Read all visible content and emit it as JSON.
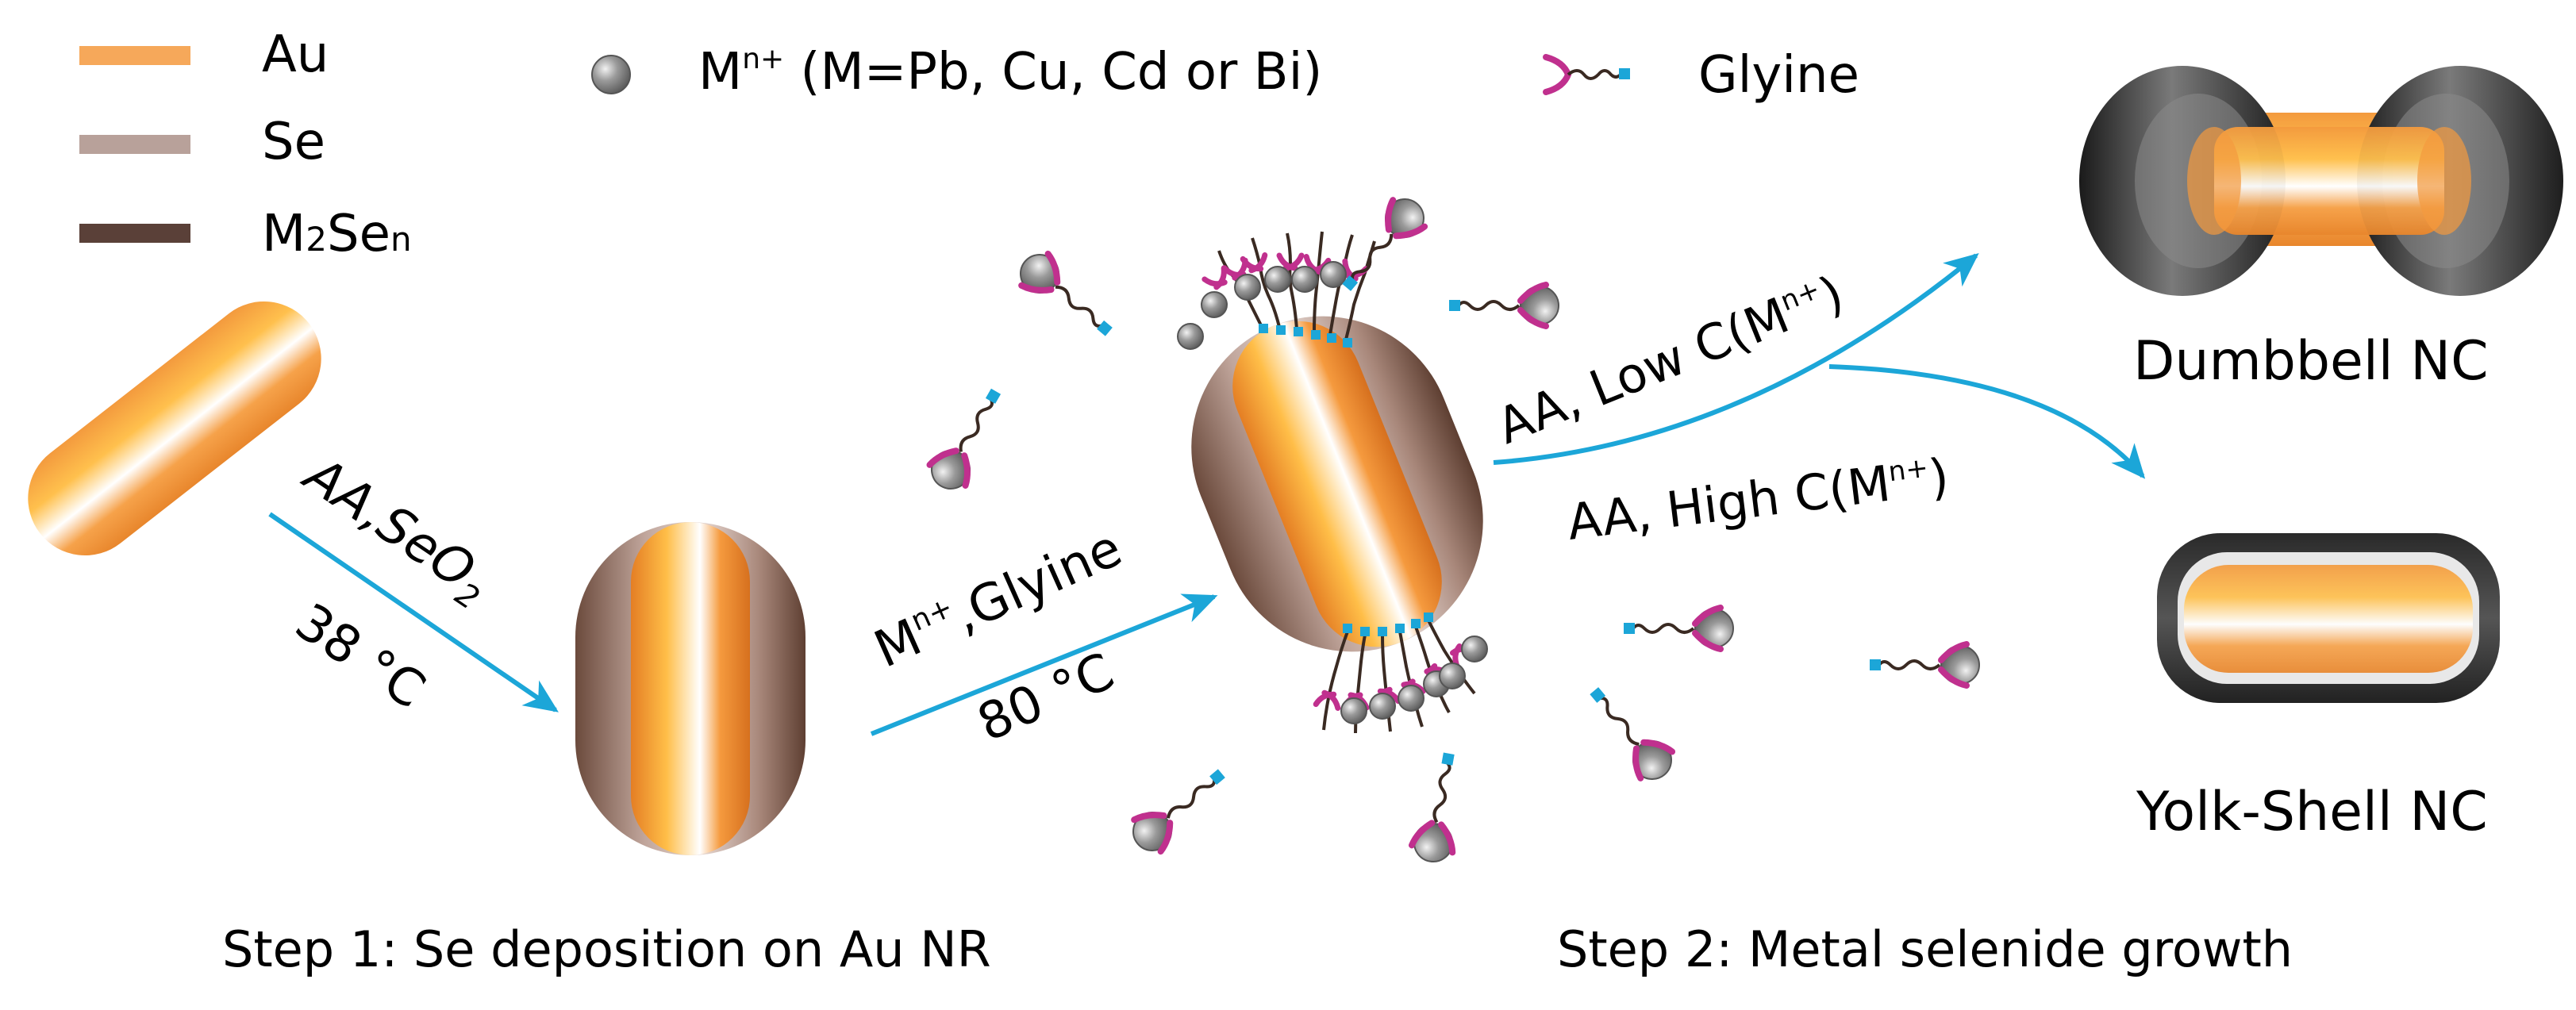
{
  "legend": {
    "au": {
      "label": "Au",
      "color": "#F6A85A"
    },
    "se": {
      "label": "Se",
      "color": "#B8A19A"
    },
    "m2sen": {
      "label_main": "M",
      "label_sub1": "2",
      "label_mid": "Se",
      "label_sub2": "n",
      "color": "#5A4038"
    }
  },
  "ion_legend": {
    "main": "M",
    "sup": "n+",
    "text": " (M=Pb, Cu, Cd or Bi)"
  },
  "glycine_legend": {
    "label": "Glyine"
  },
  "arrow1": {
    "line1_a": "AA,SeO",
    "line1_sub": "2",
    "line2": "38 °C"
  },
  "arrow2": {
    "line1_a": "M",
    "line1_sup": "n+",
    "line1_b": ",Glyine",
    "line2": "80 °C"
  },
  "arrow3": {
    "label_a": "AA, Low C(M",
    "label_sup": "n+",
    "label_b": ")"
  },
  "arrow4": {
    "label_a": "AA, High C(M",
    "label_sup": "n+",
    "label_b": ")"
  },
  "products": {
    "dumbbell": "Dumbbell NC",
    "yolkshell": "Yolk-Shell NC"
  },
  "steps": {
    "step1": "Step 1: Se deposition on Au NR",
    "step2": "Step 2: Metal selenide growth"
  },
  "colors": {
    "arrow": "#1CA6D8",
    "glycine": "#C0308E",
    "ion": "#8C8C8C",
    "chain": "#3A2A22"
  }
}
